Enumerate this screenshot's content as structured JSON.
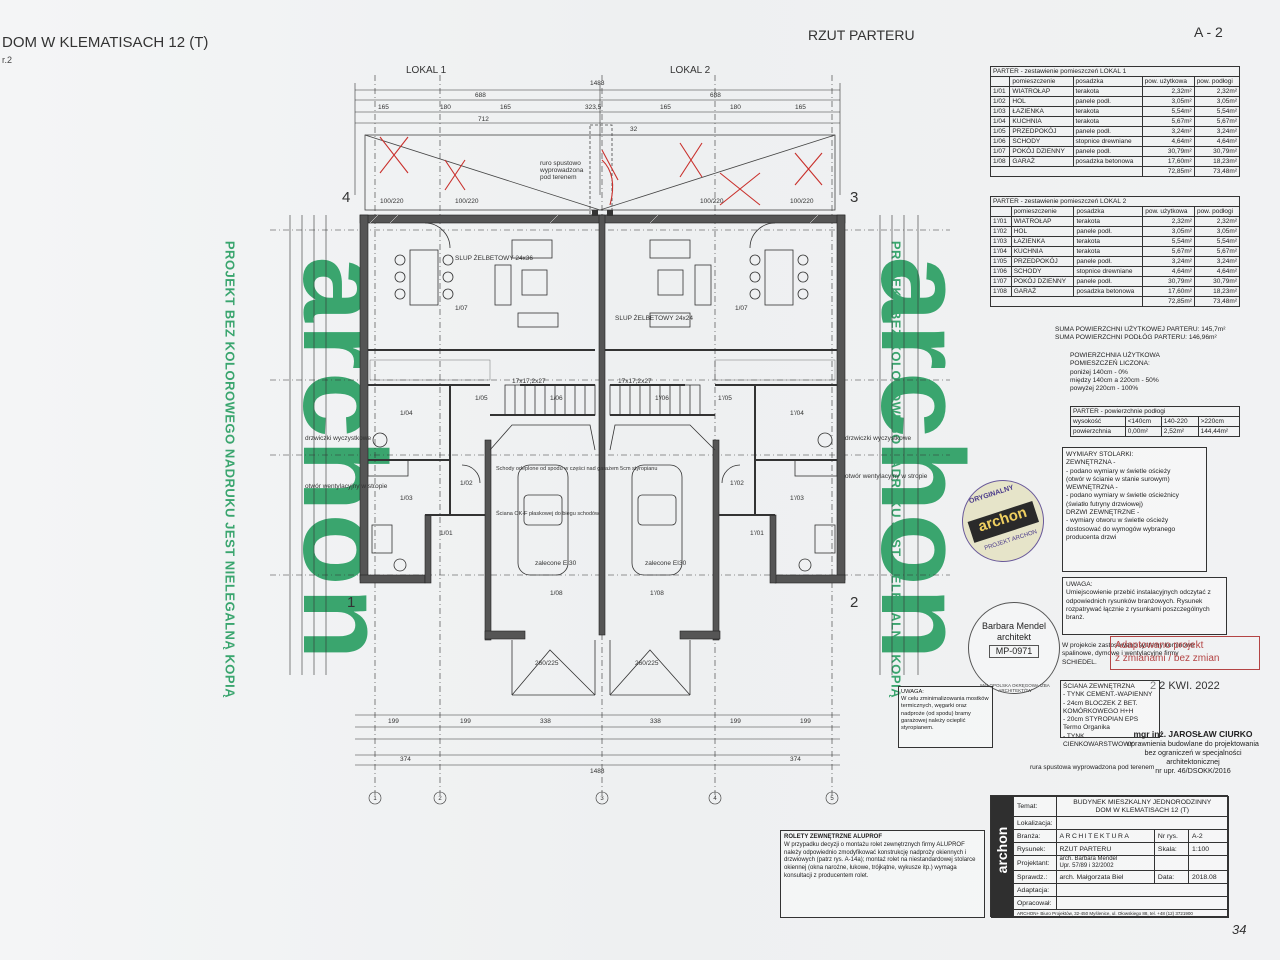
{
  "header": {
    "project": "DOM W KLEMATISACH 12 (T)",
    "project_sub": "r.2",
    "sheet_title": "RZUT PARTERU",
    "sheet_code": "A - 2",
    "corner_note": "34"
  },
  "plan": {
    "unit1": "LOKAL 1",
    "unit2": "LOKAL 2",
    "corners": [
      "4",
      "3",
      "1",
      "2"
    ],
    "top_dims_total": "1488",
    "top_dims_half": [
      "688",
      "688"
    ],
    "top_dims_a": [
      "165",
      "180",
      "165",
      "323,5",
      "165",
      "180",
      "165"
    ],
    "dim_712": "712",
    "dim_32": "32",
    "labels_roof": [
      "ruro spustowo",
      "wyprowadzona",
      "pod terenem"
    ],
    "window_codes": [
      "100/220",
      "100/220",
      "100/220",
      "100/220"
    ],
    "room_labels": [
      "1/07",
      "1/07",
      "1/05",
      "1'/05",
      "1/04",
      "1'/04",
      "1/06",
      "1'/06",
      "1/03",
      "1'/03",
      "1/02",
      "1'/02",
      "1/01",
      "1'/01",
      "1/08",
      "1'/08"
    ],
    "slup": [
      "SLUP ŻELBETOWY 24x36",
      "SLUP ŻELBETOWY 24x24"
    ],
    "stair_note": "17x17,2x27",
    "garage_door": [
      "260/225",
      "260/225"
    ],
    "bottom_dims": [
      "199",
      "199",
      "338",
      "338",
      "199",
      "199"
    ],
    "bottom_total": "1488",
    "bottom_half": [
      "374",
      "374"
    ],
    "axes": [
      "1",
      "2",
      "3",
      "4",
      "5"
    ],
    "notes_left": [
      "drzwiczki wyczystkowe",
      "otwór wentylacyjny w stropie"
    ],
    "notes_right": [
      "drzwiczki wyczystkowe",
      "otwór wentylacyjny w stropie"
    ],
    "garage_notes": [
      "Schody odeplone od spodu w części nad garażem 5cm styropianu",
      "Ściana OK-F płaskowej do biegu schodów"
    ],
    "zalecane": [
      "zalecone EI30",
      "zalecone EI30"
    ]
  },
  "watermark": {
    "brand": "archon",
    "left_text": "PROJEKT BEZ KOLOROWEGO NADRUKU JEST NIELEGALNĄ KOPIĄ",
    "right_text": "PROJEKT BEZ KOLOROWEGO NADRUKU JEST NIELEGALNĄ KOPIĄ",
    "color": "#3aa56e"
  },
  "table1": {
    "title": "PARTER - zestawienie pomieszczeń  LOKAL 1",
    "headers": [
      "",
      "pomieszczenie",
      "posadzka",
      "pow. użytkowa",
      "pow. podłogi"
    ],
    "rows": [
      [
        "1/01",
        "WIATROŁAP",
        "terakota",
        "2,32m²",
        "2,32m²"
      ],
      [
        "1/02",
        "HOL",
        "panele podł.",
        "3,05m²",
        "3,05m²"
      ],
      [
        "1/03",
        "ŁAZIENKA",
        "terakota",
        "5,54m²",
        "5,54m²"
      ],
      [
        "1/04",
        "KUCHNIA",
        "terakota",
        "5,67m²",
        "5,67m²"
      ],
      [
        "1/05",
        "PRZEDPOKÓJ",
        "panele podł.",
        "3,24m²",
        "3,24m²"
      ],
      [
        "1/06",
        "SCHODY",
        "stopnice drewniane",
        "4,64m²",
        "4,64m²"
      ],
      [
        "1/07",
        "POKÓJ DZIENNY",
        "panele podł.",
        "30,79m²",
        "30,79m²"
      ],
      [
        "1/08",
        "GARAŻ",
        "posadzka betonowa",
        "17,60m²",
        "18,23m²"
      ]
    ],
    "total": [
      "72,85m²",
      "73,48m²"
    ]
  },
  "table2": {
    "title": "PARTER - zestawienie pomieszczeń  LOKAL 2",
    "headers": [
      "",
      "pomieszczenie",
      "posadzka",
      "pow. użytkowa",
      "pow. podłogi"
    ],
    "rows": [
      [
        "1'/01",
        "WIATROŁAP",
        "terakota",
        "2,32m²",
        "2,32m²"
      ],
      [
        "1'/02",
        "HOL",
        "panele podł.",
        "3,05m²",
        "3,05m²"
      ],
      [
        "1'/03",
        "ŁAZIENKA",
        "terakota",
        "5,54m²",
        "5,54m²"
      ],
      [
        "1'/04",
        "KUCHNIA",
        "terakota",
        "5,67m²",
        "5,67m²"
      ],
      [
        "1'/05",
        "PRZEDPOKÓJ",
        "panele podł.",
        "3,24m²",
        "3,24m²"
      ],
      [
        "1'/06",
        "SCHODY",
        "stopnice drewniane",
        "4,64m²",
        "4,64m²"
      ],
      [
        "1'/07",
        "POKÓJ DZIENNY",
        "panele podł.",
        "30,79m²",
        "30,79m²"
      ],
      [
        "1'/08",
        "GARAŻ",
        "posadzka betonowa",
        "17,60m²",
        "18,23m²"
      ]
    ],
    "total": [
      "72,85m²",
      "73,48m²"
    ]
  },
  "sums": {
    "line1": "SUMA POWIERZCHNI UŻYTKOWEJ PARTERU: 145,7m²",
    "line2": "SUMA POWIERZCHNI PODŁÓG PARTERU: 146,96m²"
  },
  "usable": {
    "title": "POWIERZCHNIA UŻYTKOWA",
    "sub": "POMIESZCZEŃ LICZONA:",
    "l1": "poniżej 140cm - 0%",
    "l2": "między 140cm a 220cm - 50%",
    "l3": "powyżej 220cm - 100%"
  },
  "floor_table": {
    "title": "PARTER - powierzchnie podłogi",
    "headers": [
      "wysokość",
      "<140cm",
      "140-220",
      ">220cm"
    ],
    "row": [
      "powierzchnia",
      "0,00m²",
      "2,52m²",
      "144,44m²"
    ]
  },
  "joinery": {
    "title": "WYMIARY STOLARKI:",
    "l1": "ZEWNĘTRZNA -",
    "l2": "- podano wymiary w świetle ościeży",
    "l3": "(otwór w ścianie w stanie surowym)",
    "l4": "WEWNĘTRZNA -",
    "l5": "- podano wymiary w świetle ościeżnicy",
    "l6": "(światło futryny drzwiowej)",
    "l7": "DRZWI ZEWNĘTRZNE -",
    "l8": "- wymiary otworu w świetle ościeży",
    "l9": "dostosować do wymogów wybranego",
    "l10": "producenta drzwi"
  },
  "uwaga1": {
    "title": "UWAGA:",
    "text": "Umiejscowienie przebić instalacyjnych odczytać z odpowiednich rysunków branżowych. Rysunek rozpatrywać łącznie z rysunkami poszczególnych branż."
  },
  "chimney_note": "W projekcie zastosowano systemy kominowe spalinowe, dymowe i wentylacyjne firmy SCHIEDEL.",
  "uwaga2": {
    "title": "UWAGA:",
    "text": "W celu zminimalizowania mostków termicznych, węgarki oraz nadproże (od spodu) bramy garażowej należy ocieplić styropianem."
  },
  "wall": {
    "title": "ŚCIANA ZEWNĘTRZNA",
    "l1": "- TYNK CEMENT.-WAPIENNY",
    "l2": "- 24cm BLOCZEK Z BET. KOMÓRKOWEGO H+H",
    "l3": "- 20cm STYROPIAN EPS",
    "l4": "Termo Organika",
    "l5": "- TYNK CIENKOWARSTWOWY"
  },
  "stamp_adapt": {
    "text1": "Adaptowano projekt",
    "text2": "z zmianami / bez zmian",
    "date": "2 2 KWI. 2022"
  },
  "architect_stamp": {
    "name": "Barbara Mendel",
    "role": "architekt",
    "num": "MP-0971",
    "ring": "MAŁOPOLSKA OKRĘGOWA IZBA ARCHITEKTÓW"
  },
  "original_stamp": {
    "top": "ORYGINALNY",
    "brand": "archon",
    "bottom": "PROJEKT ARCHON"
  },
  "adapter": {
    "name": "mgr inż. JAROSŁAW CIURKO",
    "l1": "uprawnienia budowlane do projektowania",
    "l2": "bez ograniczeń w specjalności",
    "l3": "architektonicznej",
    "l4": "nr upr. 46/DSOKK/2016"
  },
  "legend_pipe": "rura spustowa wyprowadzona pod terenem",
  "rolety": {
    "title": "ROLETY ZEWNĘTRZNE ALUPROF",
    "text": "W przypadku decyzji o montażu rolet zewnętrznych firmy ALUPROF należy odpowiednio zmodyfikować konstrukcję nadproży okiennych i drzwiowych (patrz rys. A-14a); montaż rolet na niestandardowej stolarce okiennej (okna narożne, łukowe, trójkątne, wykusze itp.) wymaga konsultacji z producentem rolet."
  },
  "title_block": {
    "temat_label": "Temat:",
    "temat1": "BUDYNEK MIESZKALNY JEDNORODZINNY",
    "temat2": "DOM W KLEMATISACH 12 (T)",
    "lok_label": "Lokalizacja:",
    "branza_label": "Branża:",
    "branza": "ARCHITEKTURA",
    "nr_label": "Nr rys.",
    "nr": "A-2",
    "rys_label": "Rysunek:",
    "rys": "RZUT PARTERU",
    "skala_label": "Skala:",
    "skala": "1:100",
    "proj_label": "Projektant:",
    "proj": "arch. Barbara Mendel",
    "proj_upr": "Upr. 57/89 i 32/2002",
    "sprawdz_label": "Sprawdz.:",
    "sprawdz": "arch. Małgorzata Biel",
    "data_label": "Data:",
    "data": "2018.08",
    "adapt_label": "Adaptacja:",
    "oprac_label": "Opracował:",
    "footer": "ARCHON+ Biuro Projektów, 32-450 Myślenice, ul. Ołowskiego 88, tel. +48 (12) 3721900",
    "brand": "archon"
  }
}
